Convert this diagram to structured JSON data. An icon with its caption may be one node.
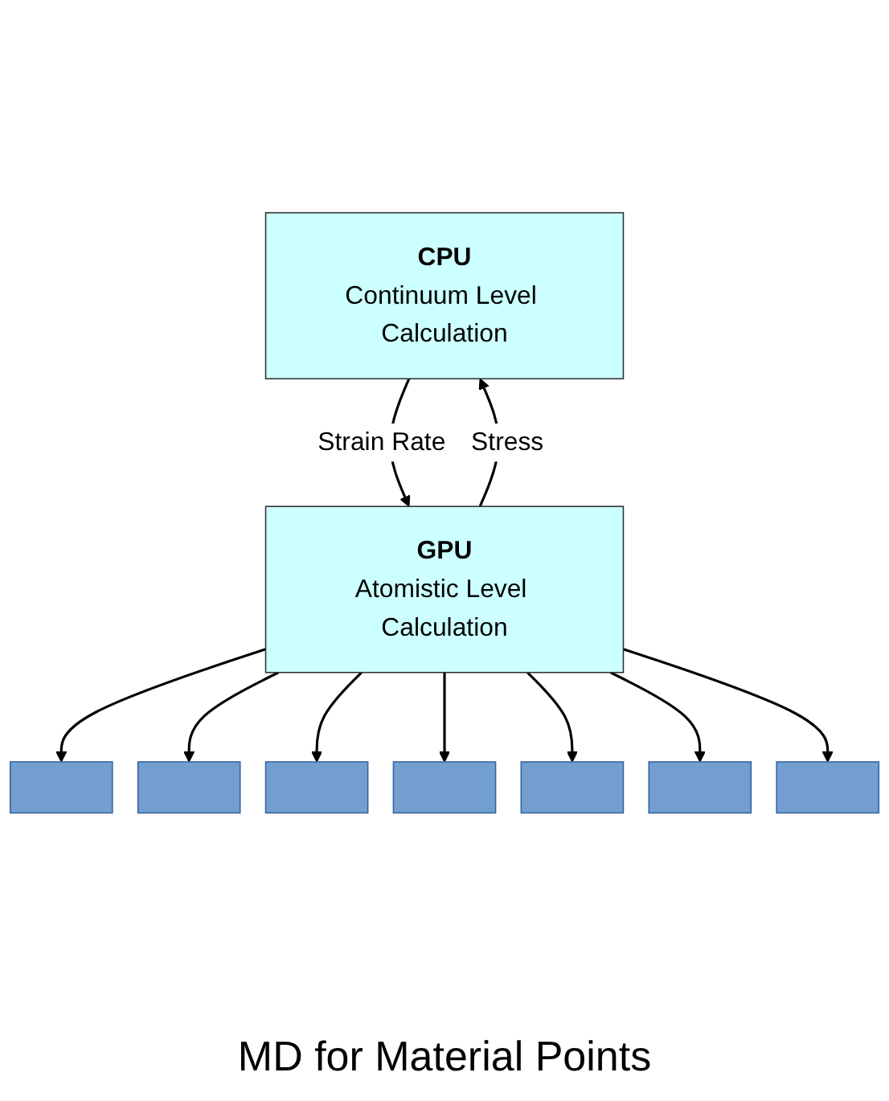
{
  "diagram": {
    "nodes": [
      {
        "text": [
          "CPU",
          "Continuum Level Calculation"
        ]
      },
      {
        "text": [
          "GPU",
          "Atomistic Level Calculation"
        ]
      },
      {
        "text": [],
        "shape": "box"
      },
      {
        "text": [],
        "shape": "box"
      },
      {
        "text": [],
        "shape": "box"
      },
      {
        "text": [],
        "shape": "box"
      },
      {
        "text": [],
        "shape": "box"
      },
      {
        "text": [],
        "shape": "box"
      },
      {
        "text": [],
        "shape": "box"
      }
    ],
    "edges": [
      {
        "from": 0,
        "to": 1,
        "arrow": "to",
        "label": "Strain Rate"
      },
      {
        "from": 1,
        "to": 0,
        "arrow": "to",
        "label": "Stress"
      },
      {
        "from": 1,
        "to": 2,
        "arrow": "to"
      },
      {
        "from": 1,
        "to": 3,
        "arrow": "to"
      },
      {
        "from": 1,
        "to": 4,
        "arrow": "to"
      },
      {
        "from": 1,
        "to": 5,
        "arrow": "to"
      },
      {
        "from": 1,
        "to": 6,
        "arrow": "to"
      },
      {
        "from": 1,
        "to": 7,
        "arrow": "to"
      },
      {
        "from": 1,
        "to": 8,
        "arrow": "to"
      }
    ],
    "labels": [
      "MD for Material Points"
    ]
  }
}
